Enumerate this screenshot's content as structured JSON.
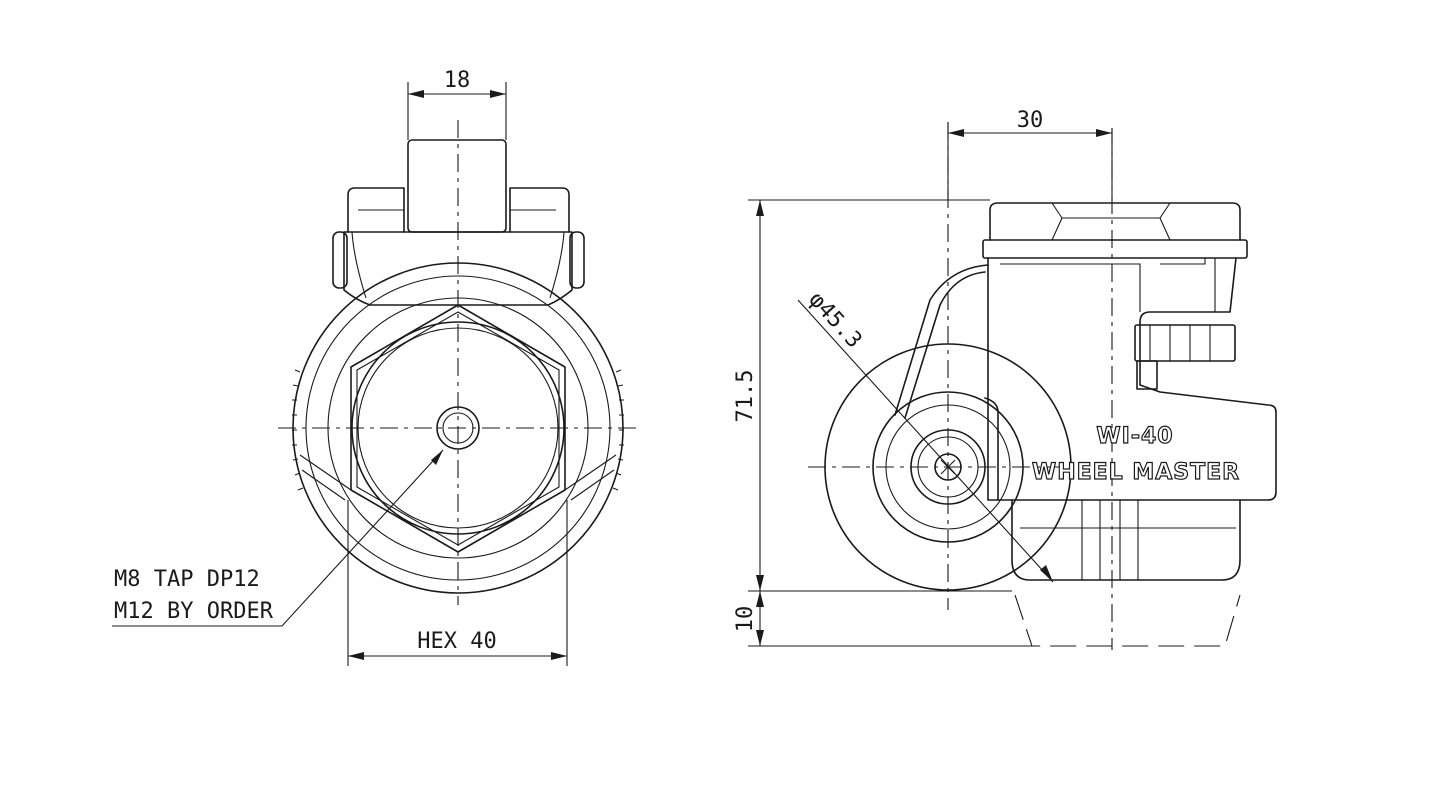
{
  "front_view": {
    "dim_top_width": "18",
    "dim_hex": "HEX 40",
    "note_line1": "M8 TAP DP12",
    "note_line2": "M12 BY ORDER"
  },
  "side_view": {
    "dim_offset": "30",
    "dim_height": "71.5",
    "dim_stroke": "10",
    "dim_wheel_diameter": "φ45.3",
    "model_label": "WI-40",
    "brand_label": "WHEEL MASTER"
  },
  "colors": {
    "line": "#1a1a1a",
    "background": "#ffffff"
  }
}
